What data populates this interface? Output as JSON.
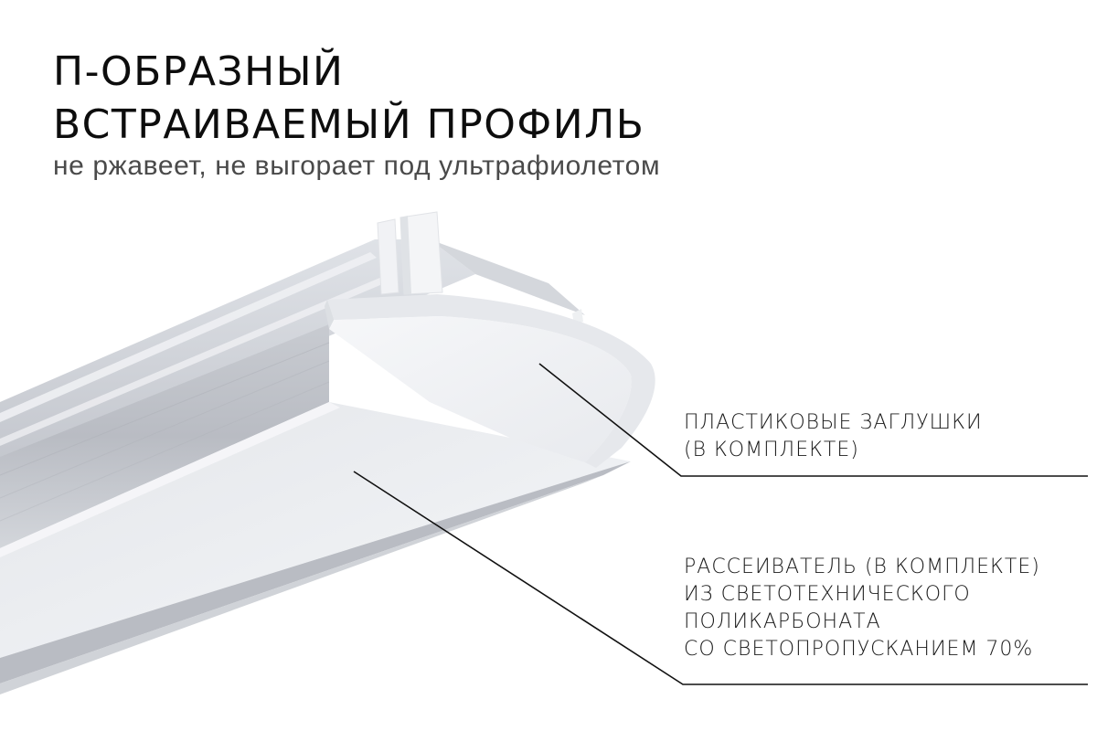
{
  "header": {
    "title_lines": [
      "П-ОБРАЗНЫЙ",
      "ВСТРАИВАЕМЫЙ ПРОФИЛЬ"
    ],
    "subtitle": "не ржавеет, не выгорает под ультрафиолетом"
  },
  "product": {
    "name": "u-shaped-led-profile-illustration",
    "colors": {
      "aluminum_light": "#e6e8ec",
      "aluminum_mid": "#c9ccd2",
      "aluminum_dark": "#b4b7be",
      "diffuser": "#eeeff2",
      "end_cap": "#f3f4f6"
    }
  },
  "callouts": [
    {
      "lines": [
        "ПЛАСТИКОВЫЕ ЗАГЛУШКИ",
        "(В КОМПЛЕКТЕ)"
      ]
    },
    {
      "lines": [
        "РАССЕИВАТЕЛЬ (В КОМПЛЕКТЕ)",
        "ИЗ СВЕТОТЕХНИЧЕСКОГО",
        "ПОЛИКАРБОНАТА",
        "СО СВЕТОПРОПУСКАНИЕМ 70%"
      ]
    }
  ]
}
